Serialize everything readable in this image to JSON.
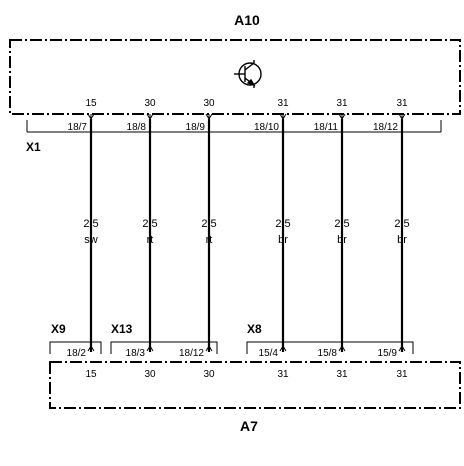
{
  "components": {
    "top": {
      "id": "A10",
      "symbol": "transistor-icon"
    },
    "bottom": {
      "id": "A7"
    }
  },
  "connectors": {
    "x1": {
      "name": "X1"
    },
    "x9": {
      "name": "X9"
    },
    "x13": {
      "name": "X13"
    },
    "x8": {
      "name": "X8"
    }
  },
  "wires": [
    {
      "top_terminal": "15",
      "top_pin": "18/7",
      "size": "2.5",
      "color": "sw",
      "bottom_pin": "18/2",
      "bottom_terminal": "15"
    },
    {
      "top_terminal": "30",
      "top_pin": "18/8",
      "size": "2.5",
      "color": "rt",
      "bottom_pin": "18/3",
      "bottom_terminal": "30"
    },
    {
      "top_terminal": "30",
      "top_pin": "18/9",
      "size": "2.5",
      "color": "rt",
      "bottom_pin": "18/12",
      "bottom_terminal": "30"
    },
    {
      "top_terminal": "31",
      "top_pin": "18/10",
      "size": "2.5",
      "color": "br",
      "bottom_pin": "15/4",
      "bottom_terminal": "31"
    },
    {
      "top_terminal": "31",
      "top_pin": "18/11",
      "size": "2.5",
      "color": "br",
      "bottom_pin": "15/8",
      "bottom_terminal": "31"
    },
    {
      "top_terminal": "31",
      "top_pin": "18/12",
      "size": "2.5",
      "color": "br",
      "bottom_pin": "15/9",
      "bottom_terminal": "31"
    }
  ]
}
